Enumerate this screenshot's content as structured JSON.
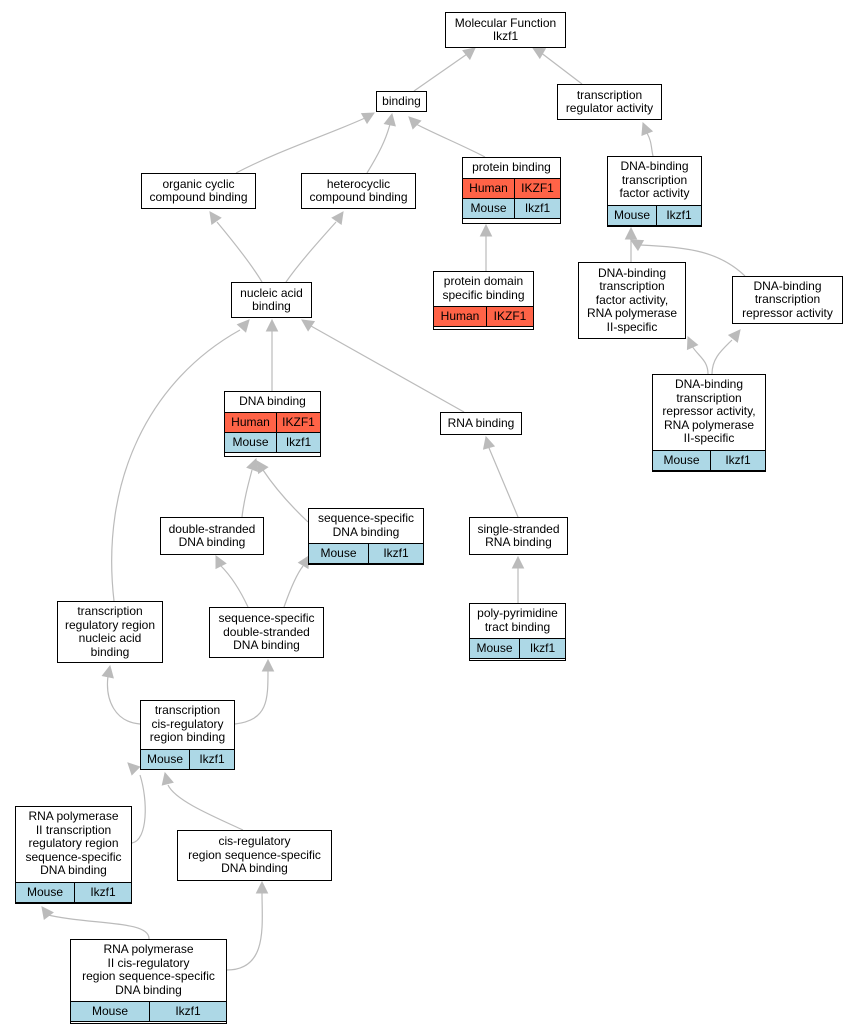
{
  "diagram": {
    "colors": {
      "edge": "#bbbbbb",
      "human": "#ff6347",
      "mouse": "#add8e6"
    },
    "nodes": {
      "root": {
        "label": "Molecular Function\nIkzf1"
      },
      "binding": {
        "label": "binding"
      },
      "tra": {
        "label": "transcription\nregulator activity"
      },
      "ocb": {
        "label": "organic cyclic\ncompound binding"
      },
      "hcb": {
        "label": "heterocyclic\ncompound binding"
      },
      "pb": {
        "label": "protein binding",
        "rows": [
          {
            "species": "Human",
            "gene": "IKZF1"
          },
          {
            "species": "Mouse",
            "gene": "Ikzf1"
          }
        ]
      },
      "dtfa": {
        "label": "DNA-binding\ntranscription\nfactor activity",
        "rows": [
          {
            "species": "Mouse",
            "gene": "Ikzf1"
          }
        ]
      },
      "nab": {
        "label": "nucleic acid\nbinding"
      },
      "pdsb": {
        "label": "protein domain\nspecific binding",
        "rows": [
          {
            "species": "Human",
            "gene": "IKZF1"
          }
        ]
      },
      "dtfrp": {
        "label": "DNA-binding\ntranscription\nfactor activity,\nRNA polymerase\nII-specific"
      },
      "dtra": {
        "label": "DNA-binding\ntranscription\nrepressor activity"
      },
      "dtrarp": {
        "label": "DNA-binding\ntranscription\nrepressor activity,\nRNA polymerase\nII-specific",
        "rows": [
          {
            "species": "Mouse",
            "gene": "Ikzf1"
          }
        ]
      },
      "dnab": {
        "label": "DNA binding",
        "rows": [
          {
            "species": "Human",
            "gene": "IKZF1"
          },
          {
            "species": "Mouse",
            "gene": "Ikzf1"
          }
        ]
      },
      "rnab": {
        "label": "RNA binding"
      },
      "dsdb": {
        "label": "double-stranded\nDNA binding"
      },
      "ssdb": {
        "label": "sequence-specific\nDNA binding",
        "rows": [
          {
            "species": "Mouse",
            "gene": "Ikzf1"
          }
        ]
      },
      "ssrb": {
        "label": "single-stranded\nRNA binding"
      },
      "trrnab": {
        "label": "transcription\nregulatory region\nnucleic acid\nbinding"
      },
      "ssdsdb": {
        "label": "sequence-specific\ndouble-stranded\nDNA binding"
      },
      "pptb": {
        "label": "poly-pyrimidine\ntract binding",
        "rows": [
          {
            "species": "Mouse",
            "gene": "Ikzf1"
          }
        ]
      },
      "tcrrb": {
        "label": "transcription\ncis-regulatory\nregion binding",
        "rows": [
          {
            "species": "Mouse",
            "gene": "Ikzf1"
          }
        ]
      },
      "rpii": {
        "label": "RNA polymerase\nII transcription\nregulatory region\nsequence-specific\nDNA binding",
        "rows": [
          {
            "species": "Mouse",
            "gene": "Ikzf1"
          }
        ]
      },
      "crssdb": {
        "label": "cis-regulatory\nregion sequence-specific\nDNA binding"
      },
      "rpiicr": {
        "label": "RNA polymerase\nII cis-regulatory\nregion sequence-specific\nDNA binding",
        "rows": [
          {
            "species": "Mouse",
            "gene": "Ikzf1"
          }
        ]
      }
    }
  }
}
